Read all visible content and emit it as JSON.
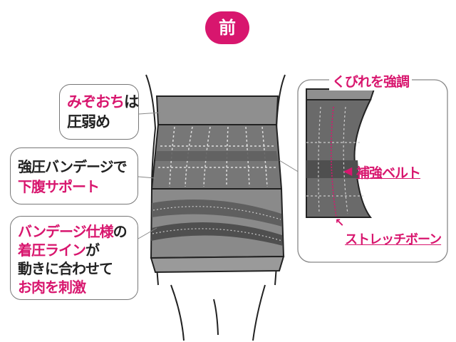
{
  "badge": {
    "label": "前"
  },
  "bubbles": {
    "mizoochi": {
      "line1_a": "みぞおち",
      "line1_b": "は",
      "line2": "圧弱め"
    },
    "bandage": {
      "line1": "強圧バンデージで",
      "line2": "下腹サポート"
    },
    "line_spec": {
      "line1_a": "バンデージ仕様",
      "line1_b": "の",
      "line2_a": "着圧ライン",
      "line2_b": "が",
      "line3": "動きに合わせて",
      "line4": "お肉を刺激"
    }
  },
  "inset": {
    "title": "くびれを強調",
    "belt_label": "補強ベルト",
    "bone_label": "ストレッチボーン"
  },
  "colors": {
    "accent": "#d8166e",
    "garment": "#8a8a8a",
    "garment_dark": "#5f5f5f",
    "outline": "#222222"
  },
  "icons": {
    "arrow": "arrow-left-icon",
    "arrow_up": "arrow-up-left-icon"
  }
}
